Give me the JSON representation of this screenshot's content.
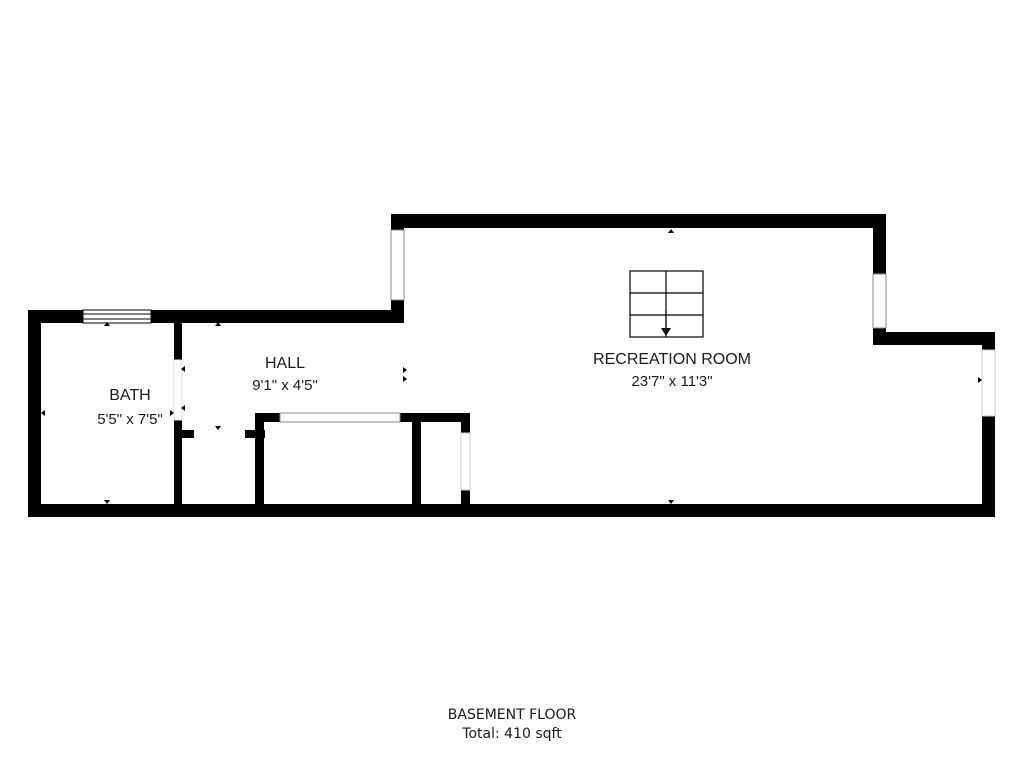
{
  "floor": {
    "name": "BASEMENT FLOOR",
    "total": "Total: 410 sqft"
  },
  "rooms": {
    "bath": {
      "name": "BATH",
      "dims": "5'5\" x 7'5\""
    },
    "hall": {
      "name": "HALL",
      "dims": "9'1\" x 4'5\""
    },
    "recreation": {
      "name": "RECREATION ROOM",
      "dims": "23'7\" x 11'3\""
    }
  },
  "colors": {
    "wall": "#000000",
    "background": "#ffffff",
    "text": "#1a1a1a"
  }
}
